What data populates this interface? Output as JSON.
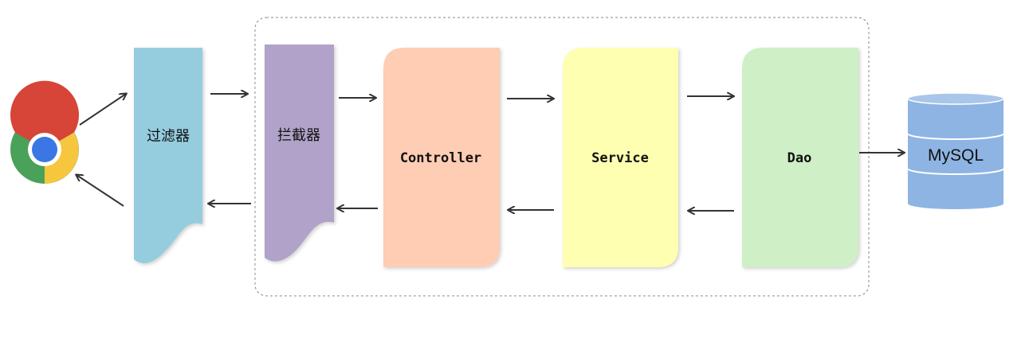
{
  "diagram": {
    "client": {
      "icon": "chrome-browser-icon"
    },
    "nodes": {
      "filter": {
        "label": "过滤器",
        "color": "#95cddf"
      },
      "interceptor": {
        "label": "拦截器",
        "color": "#b0a2c8"
      },
      "controller": {
        "label": "Controller",
        "color": "#fecdb4"
      },
      "service": {
        "label": "Service",
        "color": "#feffb0"
      },
      "dao": {
        "label": "Dao",
        "color": "#cfefc6"
      },
      "database": {
        "label": "MySQL",
        "color": "#8eb4e3"
      }
    }
  }
}
